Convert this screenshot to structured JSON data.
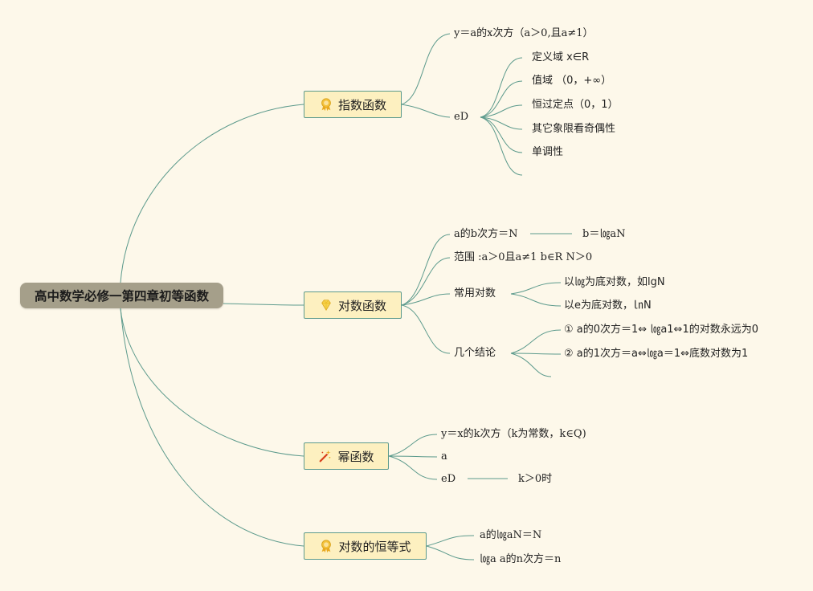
{
  "root": {
    "label": "高中数学必修一第四章初等函数"
  },
  "colors": {
    "background": "#fdf8ea",
    "root": "#a59f8a",
    "branch_fill": "#fdf0c0",
    "line": "#5c9a8c"
  },
  "branches": [
    {
      "label": "指数函数",
      "icon": "award-medal-icon",
      "children": [
        {
          "label": "y＝a的x次方（a＞0,且a≠1）"
        },
        {
          "label": "eD",
          "children": [
            {
              "label": "定义域 x∈R"
            },
            {
              "label": "值域 （0，+∞）"
            },
            {
              "label": "恒过定点（0，1）"
            },
            {
              "label": "其它象限看奇偶性"
            },
            {
              "label": "单调性"
            },
            {
              "label": ""
            }
          ]
        }
      ]
    },
    {
      "label": "对数函数",
      "icon": "diamond-icon",
      "children": [
        {
          "label": "a的b次方＝N",
          "right": "b＝㏒aN"
        },
        {
          "label": "范围 :a＞0且a≠1 b∈R N＞0"
        },
        {
          "label": "常用对数",
          "children": [
            {
              "label": "以㏒为底对数，如lgN"
            },
            {
              "label": "以e为底对数，㏑N"
            }
          ]
        },
        {
          "label": "几个结论",
          "children": [
            {
              "label": "① a的0次方＝1⇔ ㏒a1⇔1的对数永远为0"
            },
            {
              "label": "② a的1次方＝a⇔㏒a＝1⇔底数对数为1"
            },
            {
              "label": ""
            }
          ]
        }
      ]
    },
    {
      "label": "幂函数",
      "icon": "magic-wand-icon",
      "children": [
        {
          "label": "y＝x的k次方（k为常数，k∈Q)"
        },
        {
          "label": "a"
        },
        {
          "label": "eD",
          "right": "k＞0时"
        }
      ]
    },
    {
      "label": "对数的恒等式",
      "icon": "award-medal-icon",
      "children": [
        {
          "label": "a的㏒aN＝N"
        },
        {
          "label": "㏒a a的n次方＝n"
        }
      ]
    }
  ]
}
